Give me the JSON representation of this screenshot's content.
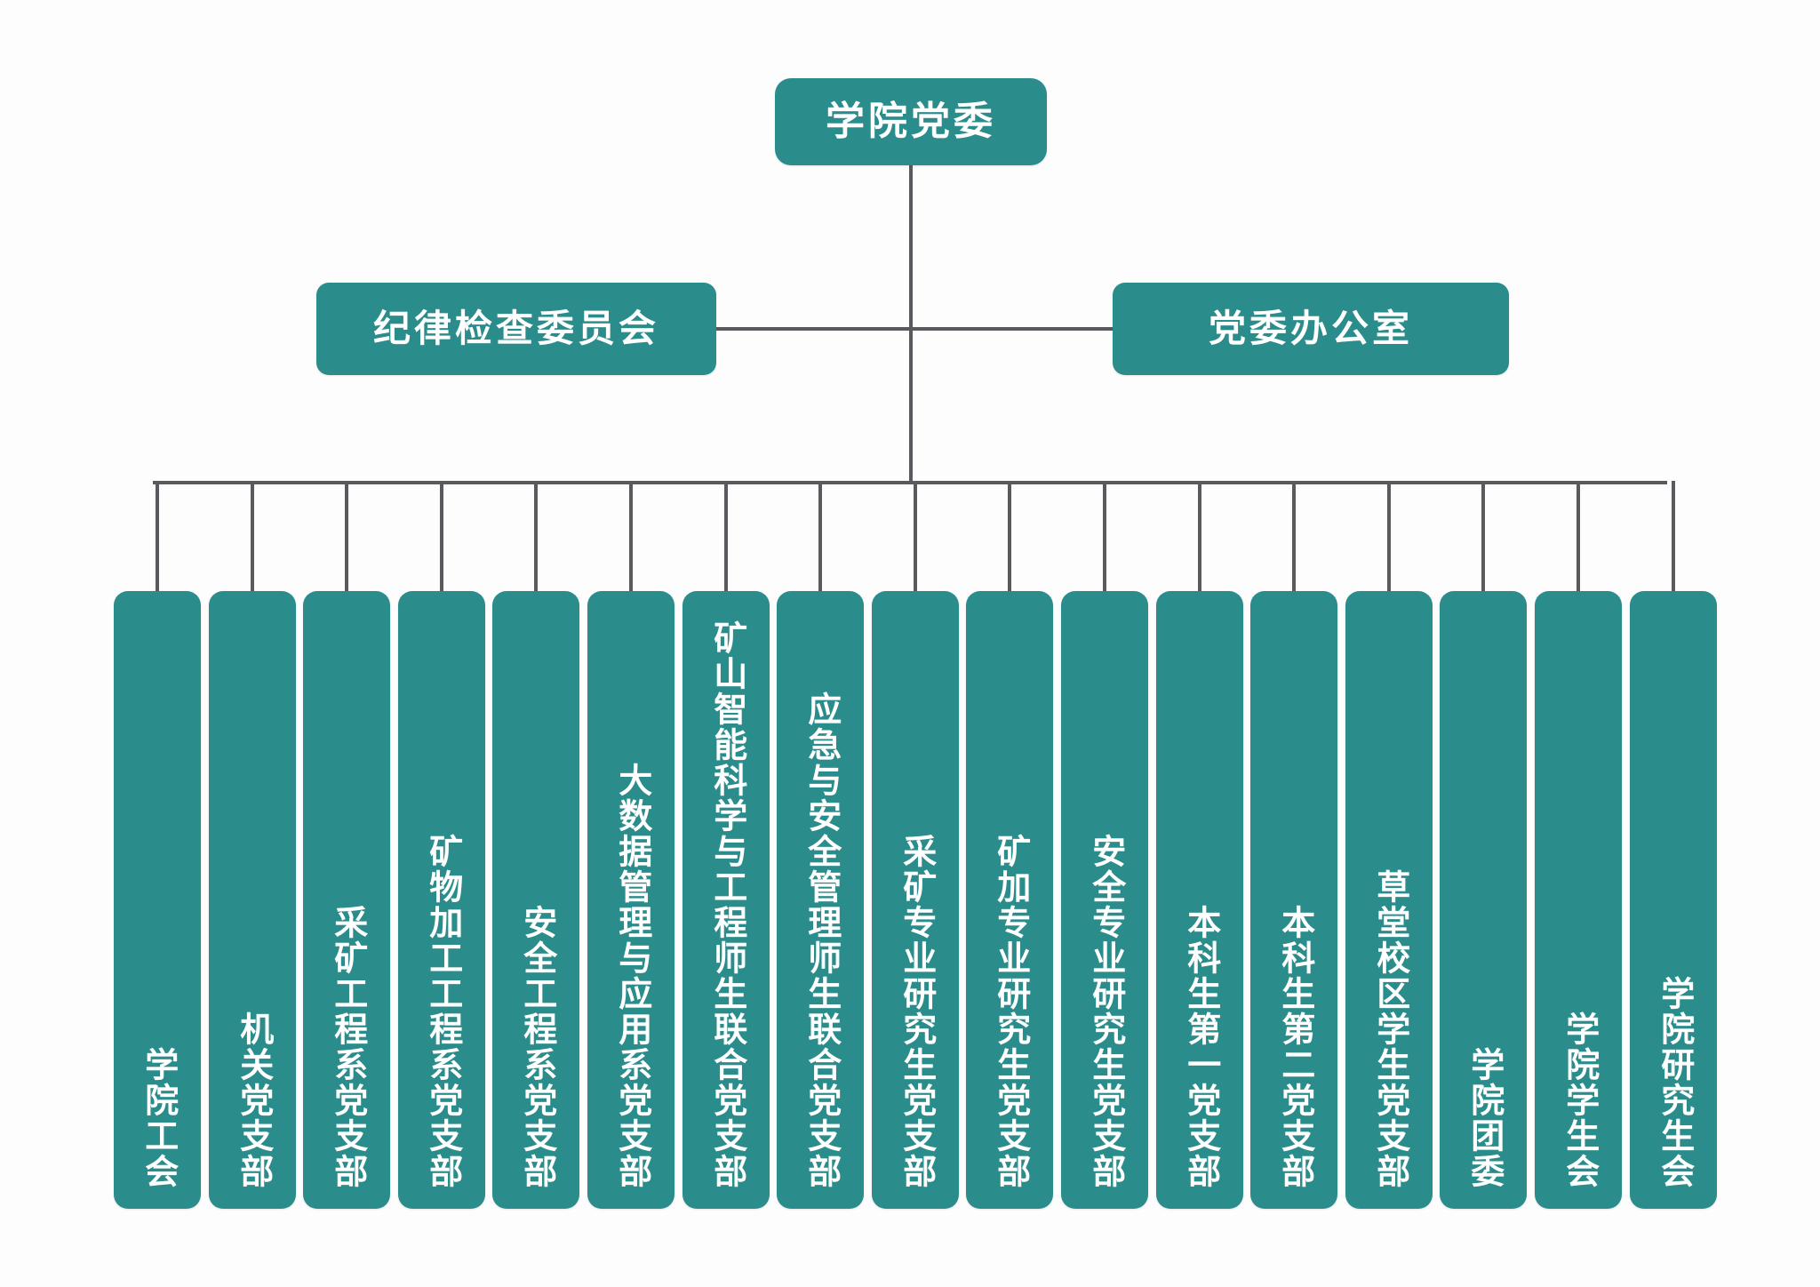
{
  "theme": {
    "box_color": "#2b8c8c",
    "line_color": "#595a5e",
    "text_color": "#ffffff",
    "background": "#fdfdfd"
  },
  "root": {
    "label": "学院党委"
  },
  "level2": [
    {
      "label": "纪律检查委员会"
    },
    {
      "label": "党委办公室"
    }
  ],
  "branches": [
    {
      "label": "学院工会"
    },
    {
      "label": "机关党支部"
    },
    {
      "label": "采矿工程系党支部"
    },
    {
      "label": "矿物加工工程系党支部"
    },
    {
      "label": "安全工程系党支部"
    },
    {
      "label": "大数据管理与应用系党支部"
    },
    {
      "label": "矿山智能科学与工程师生联合党支部"
    },
    {
      "label": "应急与安全管理师生联合党支部"
    },
    {
      "label": "采矿专业研究生党支部"
    },
    {
      "label": "矿加专业研究生党支部"
    },
    {
      "label": "安全专业研究生党支部"
    },
    {
      "label": "本科生第一党支部"
    },
    {
      "label": "本科生第二党支部"
    },
    {
      "label": "草堂校区学生党支部"
    },
    {
      "label": "学院团委"
    },
    {
      "label": "学院学生会"
    },
    {
      "label": "学院研究生会"
    }
  ]
}
